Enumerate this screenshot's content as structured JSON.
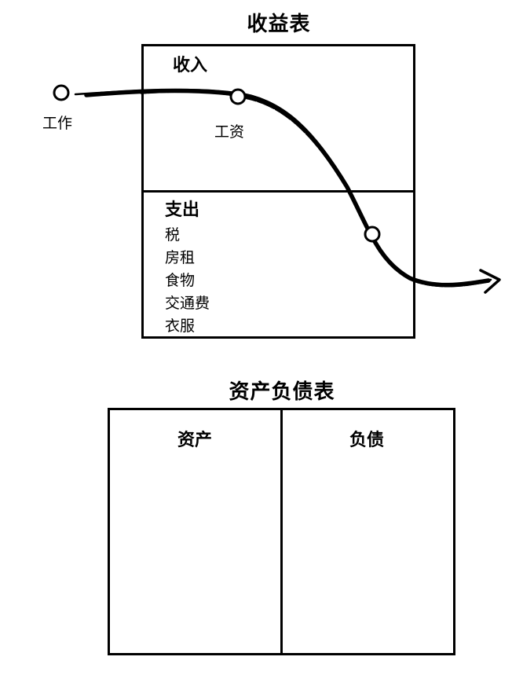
{
  "income_statement": {
    "title": "收益表",
    "income_label": "收入",
    "expense_label": "支出",
    "expenses": [
      "税",
      "房租",
      "食物",
      "交通费",
      "衣服"
    ]
  },
  "balance_sheet": {
    "title": "资产负债表",
    "assets_label": "资产",
    "liabilities_label": "负债"
  },
  "flow": {
    "start_label": "工作",
    "salary_label": "工资"
  }
}
